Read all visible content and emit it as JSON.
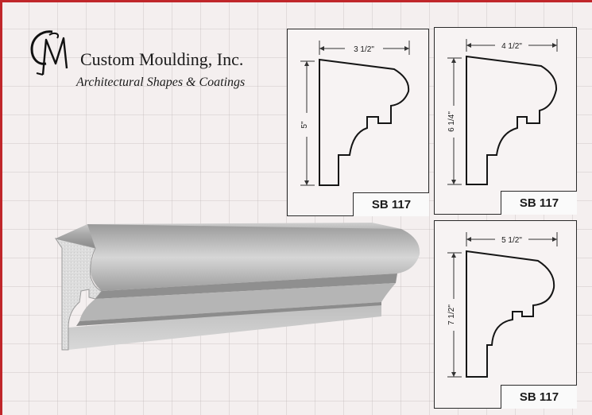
{
  "company": {
    "name": "Custom Moulding, Inc.",
    "tagline": "Architectural Shapes & Coatings"
  },
  "profiles": [
    {
      "label": "SB 117",
      "width_dim": "3 1/2\"",
      "height_dim": "5\""
    },
    {
      "label": "SB 117",
      "width_dim": "4 1/2\"",
      "height_dim": "6 1/4\""
    },
    {
      "label": "SB 117",
      "width_dim": "5 1/2\"",
      "height_dim": "7 1/2\""
    }
  ],
  "colors": {
    "frame": "#c0262a",
    "background": "#f4efef"
  }
}
